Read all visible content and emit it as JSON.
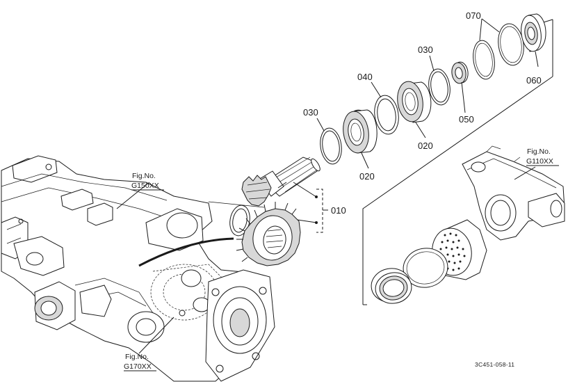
{
  "parts": {
    "p070": "070",
    "p060": "060",
    "p030_upper": "030",
    "p050": "050",
    "p040": "040",
    "p020_upper": "020",
    "p030_lower": "030",
    "p020_lower": "020",
    "p010": "010"
  },
  "figure_refs": {
    "g150": {
      "line1": "Fig.No.",
      "line2": "G150XX"
    },
    "g110": {
      "line1": "Fig.No.",
      "line2": "G110XX"
    },
    "g170": {
      "line1": "Fig.No.",
      "line2": "G170XX"
    }
  },
  "drawing_number": "3C451-058-11",
  "colors": {
    "ink": "#1a1a1a",
    "paper": "#ffffff",
    "shade": "#d8d8d8"
  }
}
